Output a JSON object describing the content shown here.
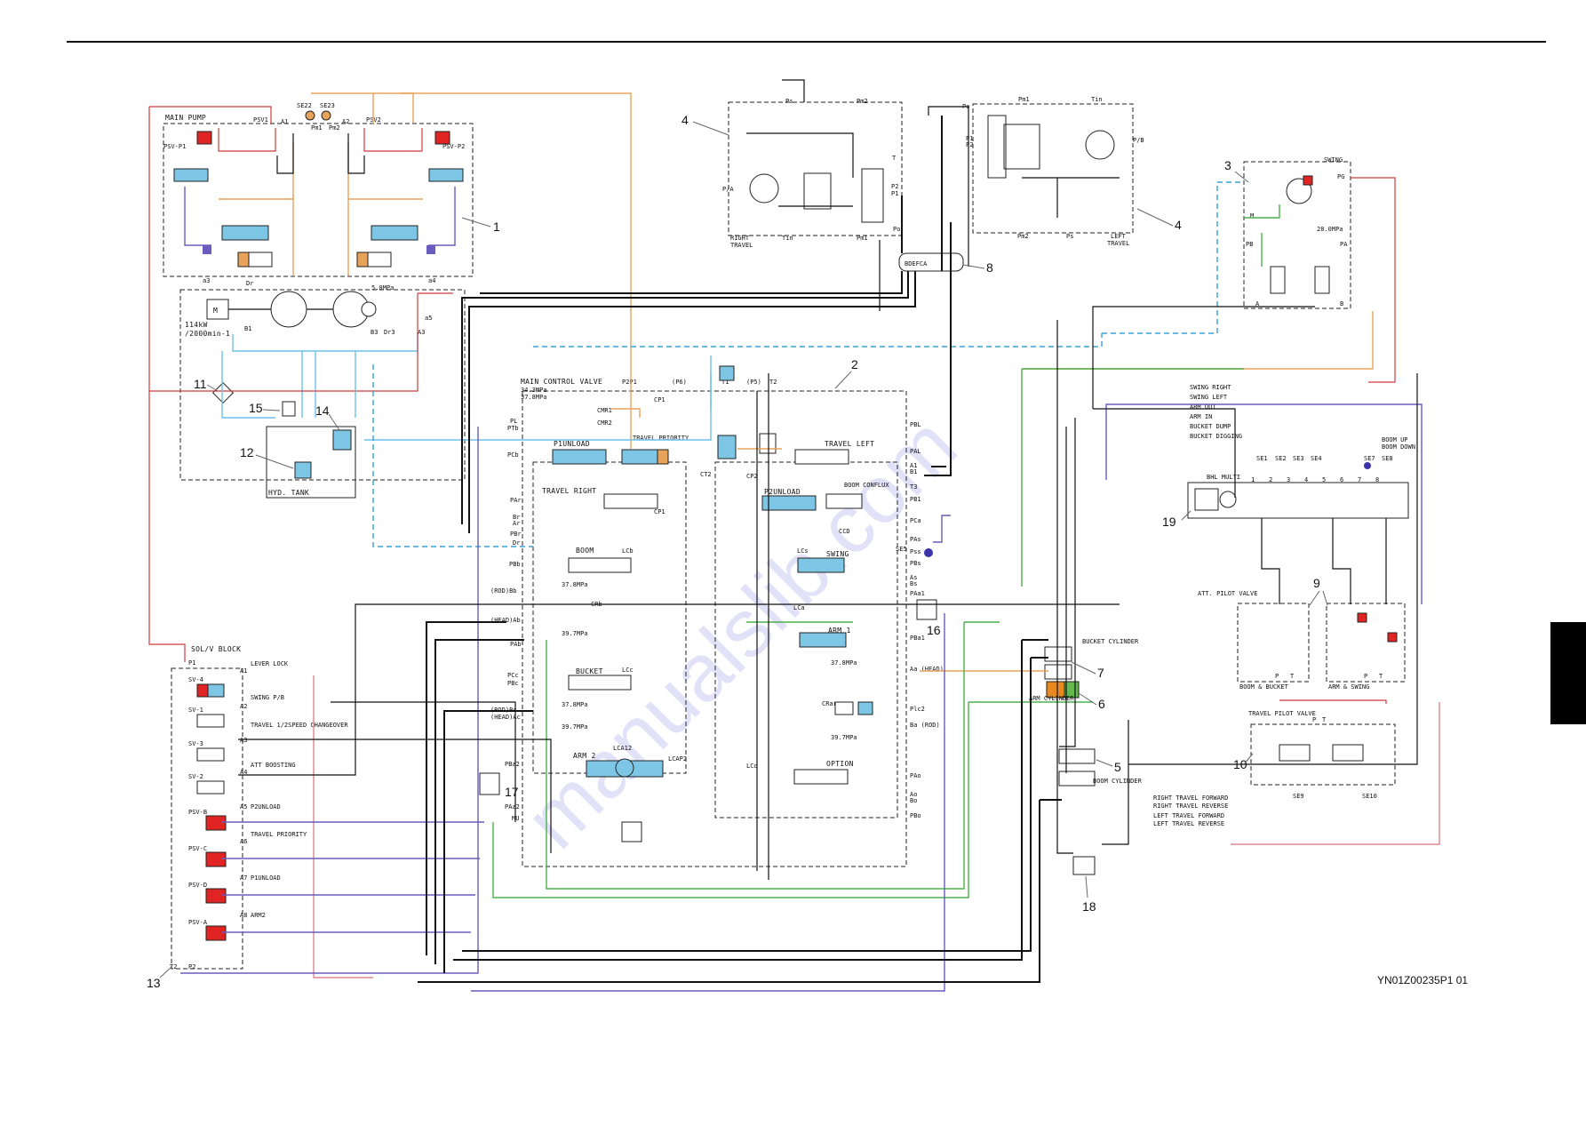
{
  "doc_code": "YN01Z00235P1 01",
  "watermark": "manualslib.com",
  "callouts": [
    "1",
    "2",
    "3",
    "4",
    "4",
    "5",
    "6",
    "7",
    "8",
    "9",
    "10",
    "11",
    "12",
    "13",
    "14",
    "15",
    "16",
    "17",
    "18",
    "19"
  ],
  "main_pump": {
    "title": "MAIN PUMP",
    "psv_left": "PSV-P1",
    "psv_right": "PSV-P2",
    "psv1": "PSV1",
    "psv2": "PSV2",
    "se22": "SE22",
    "se23": "SE23",
    "pm1": "Pm1",
    "pm2": "Pm2",
    "a1": "A1",
    "a2": "A2",
    "a3": "a3",
    "a4": "a4",
    "dr": "Dr",
    "pressure": "5.0MPa",
    "motor": "M",
    "power": "114kW",
    "speed": "/2000min-1",
    "b1": "B1",
    "b3": "B3",
    "dr3": "Dr3",
    "a3b": "A3",
    "a5": "a5"
  },
  "tank": {
    "title": "HYD. TANK"
  },
  "mcv": {
    "title": "MAIN CONTROL VALVE",
    "relief": "34.3MPa",
    "relief2": "37.8MPa",
    "p2p1": "P2P1",
    "p6": "(P6)",
    "t1": "T1",
    "p5": "(P5)",
    "t2": "T2",
    "cmr1": "CMR1",
    "cmr2": "CMR2",
    "cp1": "CP1",
    "cp1b": "CP1",
    "cp2": "CP2",
    "ct2": "CT2",
    "ccd": "CCD",
    "lcs": "LCs",
    "lca": "LCa",
    "lcb": "LCb",
    "lcc": "LCc",
    "lca12": "LCA12",
    "lcap2": "LCAP2",
    "lco": "LCo",
    "crb": "CRb",
    "crar": "CRar",
    "p1unload": "P1UNLOAD",
    "travel_priority": "TRAVEL PRIORITY",
    "travel_left": "TRAVEL LEFT",
    "travel_right": "TRAVEL RIGHT",
    "p2unload": "P2UNLOAD",
    "boom_conflux": "BOOM CONFLUX",
    "boom": "BOOM",
    "swing": "SWING",
    "arm1": "ARM 1",
    "bucket": "BUCKET",
    "arm2": "ARM 2",
    "option": "OPTION",
    "r378": "37.8MPa",
    "r397": "39.7MPa",
    "r378b": "37.8MPa",
    "r397b": "39.7MPa",
    "r378c": "37.8MPa",
    "r397c": "39.7MPa",
    "left_ports": [
      "PL",
      "PTb",
      "PCb",
      "PAr",
      "Br",
      "Ar",
      "PBr",
      "Dr",
      "PBb",
      "(ROD)Bb",
      "(HEAD)Ab",
      "PAb",
      "PCc",
      "PBc",
      "(ROD)Bc",
      "(HEAD)Ac",
      "PBa2",
      "PAa2",
      "MU"
    ],
    "right_ports": [
      "PBL",
      "PAL",
      "A1",
      "B1",
      "T3",
      "PB1",
      "PCa",
      "PAs",
      "Pss",
      "PBs",
      "As",
      "Bs",
      "PAa1",
      "PBa1",
      "Aa (HEAD)",
      "Plc2",
      "Ba (ROD)",
      "PAo",
      "Ao",
      "Bo",
      "PBo"
    ],
    "se5": "SE5"
  },
  "travel_motor_right": {
    "label1": "RIGHT",
    "label2": "TRAVEL",
    "ps": "Ps",
    "pm2": "Pm2",
    "pm1": "Pm1",
    "tin": "Tin",
    "p2": "P2",
    "p1": "P1",
    "po": "Po",
    "t": "T",
    "pa": "P/A"
  },
  "travel_motor_left": {
    "label1": "LEFT",
    "label2": "TRAVEL",
    "po": "Po",
    "pm1": "Pm1",
    "tin": "Tin",
    "p1": "P1",
    "p2": "P2",
    "pm2": "Pm2",
    "ps": "Ps",
    "pb": "P/B"
  },
  "swing_motor": {
    "title": "SWING",
    "pressure": "28.0MPa",
    "pg": "PG",
    "m": "M",
    "pb": "PB",
    "pa": "PA",
    "a": "A",
    "b": "B"
  },
  "swivel": {
    "ports": "BDEFCA"
  },
  "sol_block": {
    "title": "SOL/V BLOCK",
    "p1": "P1",
    "t2": "T2",
    "p2": "P2",
    "valves": [
      {
        "name": "SV-4",
        "port": "A1",
        "label": "LEVER LOCK"
      },
      {
        "name": "SV-1",
        "port": "A2",
        "label": "SWING P/B"
      },
      {
        "name": "SV-3",
        "port": "A3",
        "label": "TRAVEL 1/2SPEED CHANGEOVER"
      },
      {
        "name": "SV-2",
        "port": "A4",
        "label": "ATT BOOSTING"
      },
      {
        "name": "PSV-B",
        "port": "A5",
        "label": "P2UNLOAD"
      },
      {
        "name": "PSV-C",
        "port": "A6",
        "label": "TRAVEL PRIORITY"
      },
      {
        "name": "PSV-D",
        "port": "A7",
        "label": "P1UNLOAD"
      },
      {
        "name": "PSV-A",
        "port": "A8",
        "label": "ARM2"
      }
    ]
  },
  "bhl_multi": {
    "title": "BHL MULTI",
    "sensors": [
      "SE1",
      "SE2",
      "SE3",
      "SE4",
      "SE7",
      "SE8"
    ],
    "ports": [
      "1",
      "2",
      "3",
      "4",
      "5",
      "6",
      "7",
      "8"
    ],
    "functions": [
      "SWING RIGHT",
      "SWING LEFT",
      "ARM OUT",
      "ARM IN",
      "BUCKET DUMP",
      "BUCKET DIGGING"
    ],
    "boom_up": "BOOM UP",
    "boom_down": "BOOM DOWN"
  },
  "att_pilot": {
    "title": "ATT. PILOT VALVE",
    "left": "BOOM & BUCKET",
    "right": "ARM & SWING",
    "pl": "P",
    "tl": "T",
    "pr": "P",
    "tr": "T"
  },
  "travel_pilot": {
    "title": "TRAVEL PILOT VALVE",
    "p": "P",
    "t": "T",
    "se9": "SE9",
    "se10": "SE10",
    "functions": [
      "RIGHT TRAVEL FORWARD",
      "RIGHT TRAVEL REVERSE",
      "LEFT TRAVEL FORWARD",
      "LEFT TRAVEL REVERSE"
    ]
  },
  "cylinders": {
    "bucket": "BUCKET CYLINDER",
    "arm": "ARM CYLINDER",
    "boom": "BOOM CYLINDER"
  },
  "colors": {
    "black": "#111111",
    "red": "#d23b3b",
    "orange": "#e8a35a",
    "lightblue": "#6cc0e8",
    "blue_dash": "#3aa0d8",
    "green": "#4cb04c",
    "purple": "#6a5bbf",
    "pink": "#d9707a",
    "valve_fill": "#7dc6e6",
    "solenoid_red": "#e02424",
    "tab": "#000000"
  }
}
